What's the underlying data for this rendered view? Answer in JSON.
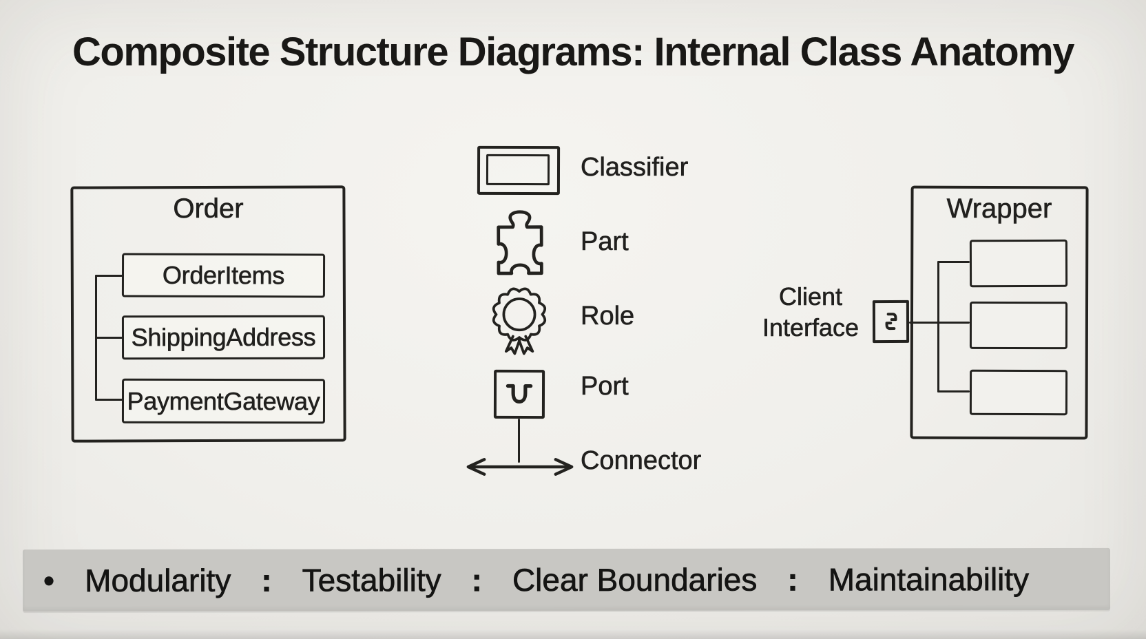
{
  "title": "Composite Structure Diagrams: Internal Class Anatomy",
  "order": {
    "title": "Order",
    "parts": [
      "OrderItems",
      "ShippingAddress",
      "PaymentGateway"
    ]
  },
  "legend": {
    "items": [
      {
        "icon": "classifier-icon",
        "label": "Classifier"
      },
      {
        "icon": "part-puzzle-icon",
        "label": "Part"
      },
      {
        "icon": "role-rosette-icon",
        "label": "Role"
      },
      {
        "icon": "port-icon",
        "label": "Port"
      },
      {
        "icon": "connector-arrow-icon",
        "label": "Connector"
      }
    ]
  },
  "wrapper": {
    "title": "Wrapper",
    "port_label": {
      "line1": "Client",
      "line2": "Interface"
    }
  },
  "footer": {
    "bullet": "•",
    "separator": ":",
    "items": [
      "Modularity",
      "Testability",
      "Clear Boundaries",
      "Maintainability"
    ]
  },
  "colors": {
    "paper": "#f1f0ec",
    "ink": "#21201e",
    "banner": "#c8c7c3"
  }
}
